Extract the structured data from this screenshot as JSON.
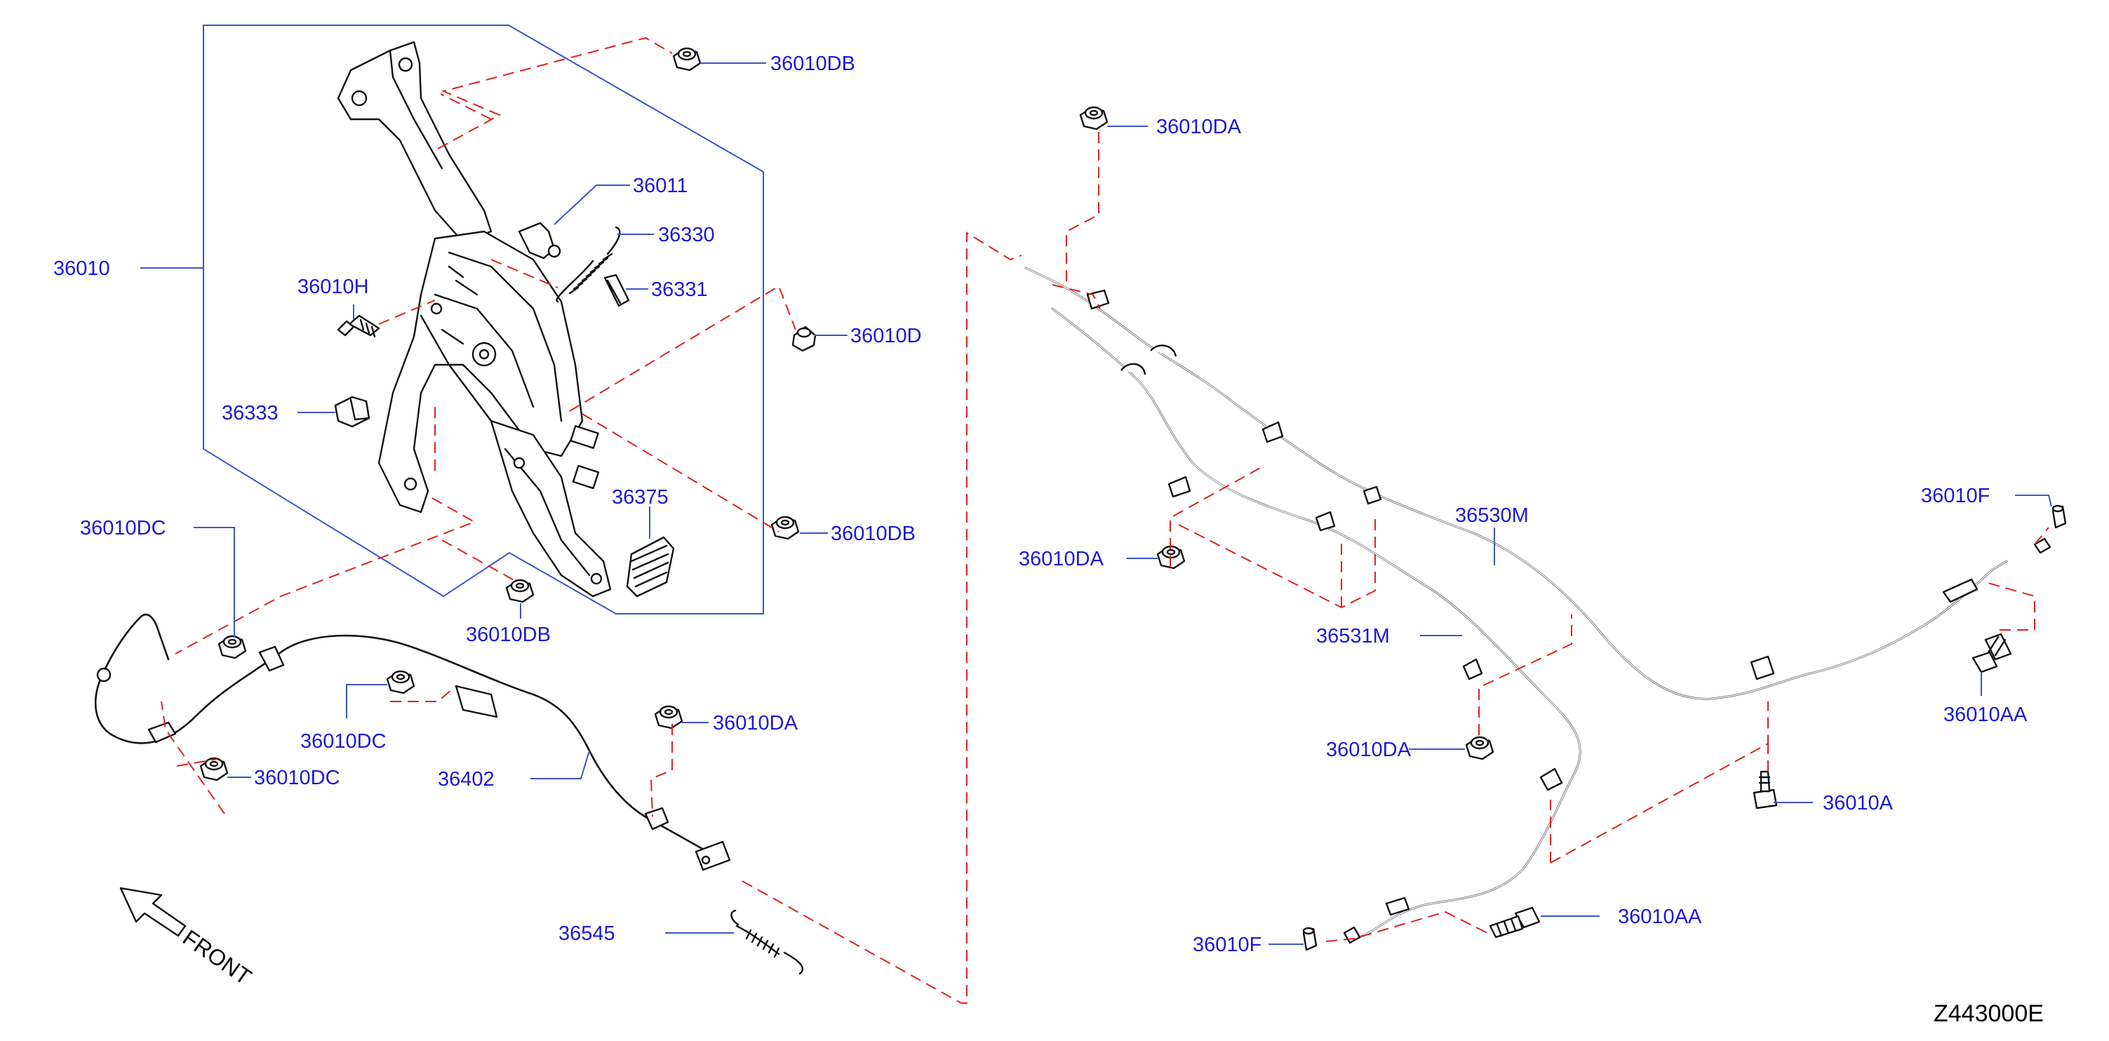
{
  "colors": {
    "label": "#1a1ad6",
    "leader": "#3a55c8",
    "phantom": "#e02020",
    "line": "#111111",
    "code": "#000000"
  },
  "labels": {
    "p36010": "36010",
    "p36010db_top": "36010DB",
    "p36011": "36011",
    "p36330": "36330",
    "p36010h": "36010H",
    "p36331": "36331",
    "p36010d": "36010D",
    "p36333": "36333",
    "p36375": "36375",
    "p36010db_mid": "36010DB",
    "p36010db_bot": "36010DB",
    "p36010dc_top": "36010DC",
    "p36010dc_mid": "36010DC",
    "p36010dc_low": "36010DC",
    "p36010da_left": "36010DA",
    "p36402": "36402",
    "p36545": "36545",
    "p36010da_top": "36010DA",
    "p36530m": "36530M",
    "p36010f_right": "36010F",
    "p36010da_mid": "36010DA",
    "p36531m": "36531M",
    "p36010aa_right": "36010AA",
    "p36010da_low": "36010DA",
    "p36010a": "36010A",
    "p36010aa_bot": "36010AA",
    "p36010f_bot": "36010F"
  },
  "front_label": "FRONT",
  "diagram_code": "Z443000E"
}
